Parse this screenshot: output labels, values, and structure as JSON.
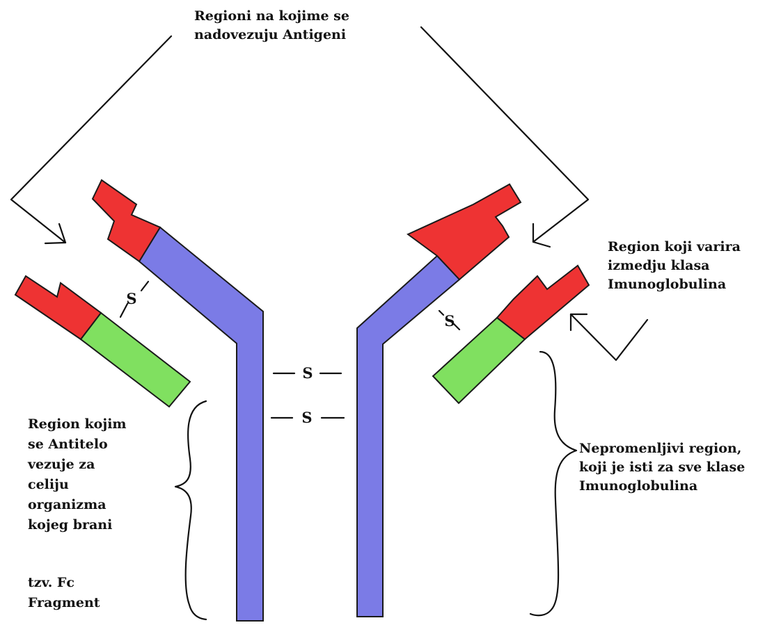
{
  "labels": {
    "antigen_binding": "Regioni na kojime se\nnadovezuju Antigeni",
    "class_variable": "Region koji varira\nizmedju klasa\nImunoglobulina",
    "fc_region": "Region kojim\nse Antitelo\nvezuje za\nceliju\norganizma\nkojeg brani",
    "fc_fragment": "tzv. Fc\nFragment",
    "constant_region": "Nepromenljivi region,\nkoji je isti za sve klase\nImunoglobulina"
  },
  "disulfide": {
    "symbol": "S"
  },
  "colors": {
    "variable_domain": "#ee3333",
    "heavy_chain": "#7b7be6",
    "light_chain_constant": "#80e060",
    "outline": "#1a1a1a",
    "text": "#111111"
  }
}
